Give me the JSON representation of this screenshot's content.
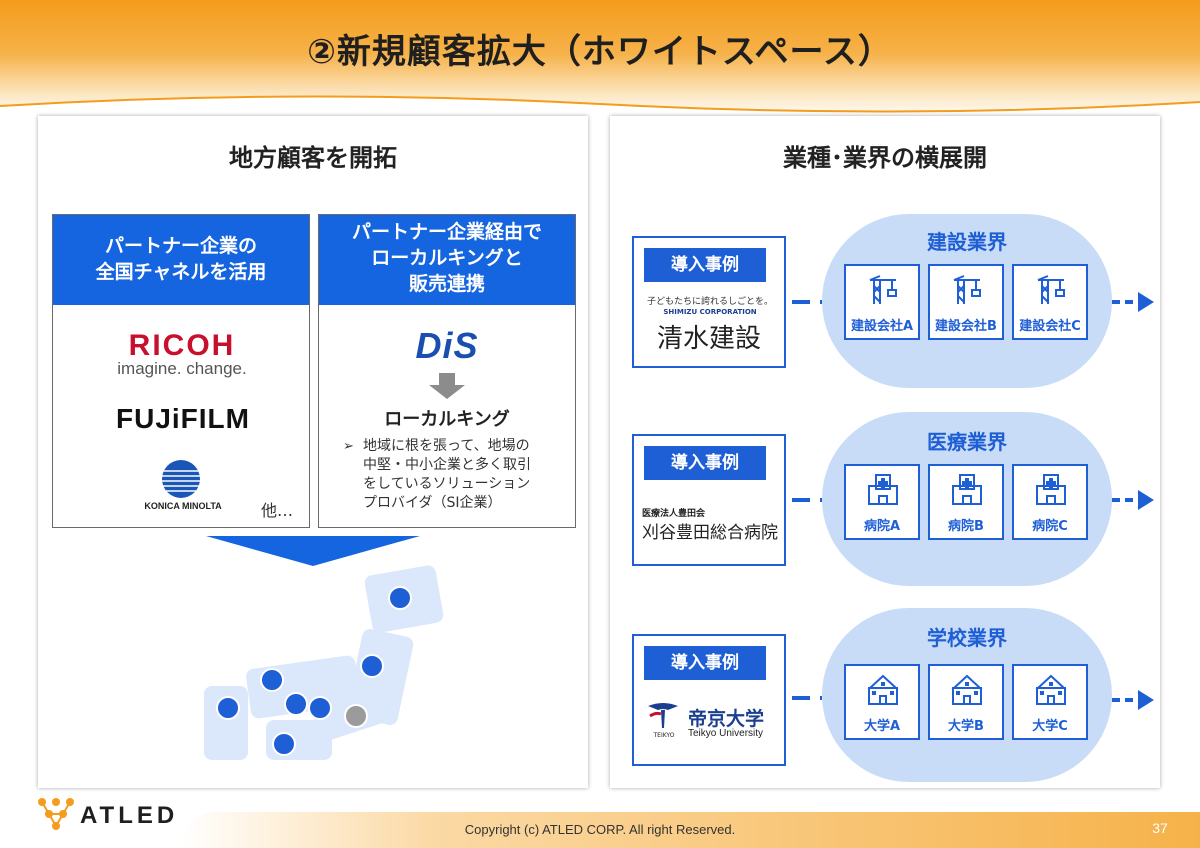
{
  "slide": {
    "title": "②新規顧客拡大（ホワイトスペース）",
    "page_number": "37"
  },
  "footer": {
    "copyright": "Copyright (c)  ATLED CORP. All right Reserved.",
    "logo_text": "ATLED"
  },
  "left_panel": {
    "title": "地方顧客を開拓",
    "partner_col": {
      "header": [
        "パートナー企業の",
        "全国チャネルを活用"
      ],
      "logos": {
        "ricoh": {
          "name": "RICOH",
          "tagline": "imagine. change."
        },
        "fujifilm": {
          "name": "FUJiFILM"
        },
        "konica": {
          "name": "KONICA MINOLTA"
        }
      },
      "etc": "他…"
    },
    "local_col": {
      "header": [
        "パートナー企業経由で",
        "ローカルキングと",
        "販売連携"
      ],
      "logo": "DiS",
      "subtitle": "ローカルキング",
      "bullet_marker": "➢",
      "bullet_lines": [
        "地域に根を張って、地場の",
        "中堅・中小企業と多く取引",
        "をしているソリューション",
        "プロバイダ（SI企業）"
      ]
    }
  },
  "right_panel": {
    "title": "業種･業界の横展開",
    "case_tag": "導入事例",
    "rows": [
      {
        "industry": "建設業界",
        "case": {
          "line1": "子どもたちに誇れるしごとを。",
          "line2": "SHIMIZU CORPORATION",
          "line3": "清水建設"
        },
        "companies": [
          "建設会社A",
          "建設会社B",
          "建設会社C"
        ],
        "icon": "crane-icon"
      },
      {
        "industry": "医療業界",
        "case": {
          "line1": "医療法人豊田会",
          "line2": "刈谷豊田総合病院"
        },
        "companies": [
          "病院A",
          "病院B",
          "病院C"
        ],
        "icon": "hospital-icon"
      },
      {
        "industry": "学校業界",
        "case": {
          "line1": "帝京大学",
          "line2": "Teikyo University",
          "line3": "TEIKYO"
        },
        "companies": [
          "大学A",
          "大学B",
          "大学C"
        ],
        "icon": "school-icon"
      }
    ]
  },
  "colors": {
    "brand_blue": "#1565e0",
    "accent_orange": "#f49c1b",
    "pill_blue": "#c9dcf7"
  }
}
